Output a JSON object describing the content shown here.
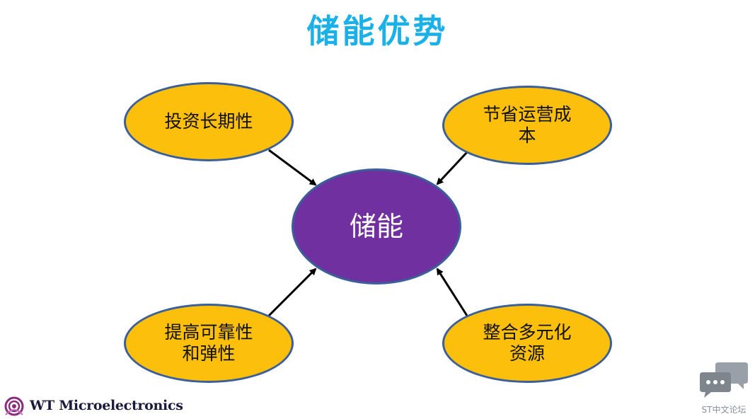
{
  "title": "储能优势",
  "center_node": {
    "label": "储能"
  },
  "nodes": [
    {
      "id": "top-left",
      "lines": [
        "投资长期性"
      ]
    },
    {
      "id": "top-right",
      "lines": [
        "节省运营成",
        "本"
      ]
    },
    {
      "id": "bottom-left",
      "lines": [
        "提高可靠性",
        "和弹性"
      ]
    },
    {
      "id": "bottom-right",
      "lines": [
        "整合多元化",
        "资源"
      ]
    }
  ],
  "brand": {
    "name": "WT Microelectronics"
  },
  "watermark": {
    "text": "ST中文论坛",
    "icon": "chat-bubbles-icon"
  },
  "colors": {
    "title": "#1ab0e8",
    "outer_fill": "#fbbf0c",
    "outline": "#3a5f9a",
    "center_fill": "#7030a0",
    "arrow": "#000000",
    "brand_logo": "#8a2b7e",
    "watermark": "#8a8f98"
  }
}
